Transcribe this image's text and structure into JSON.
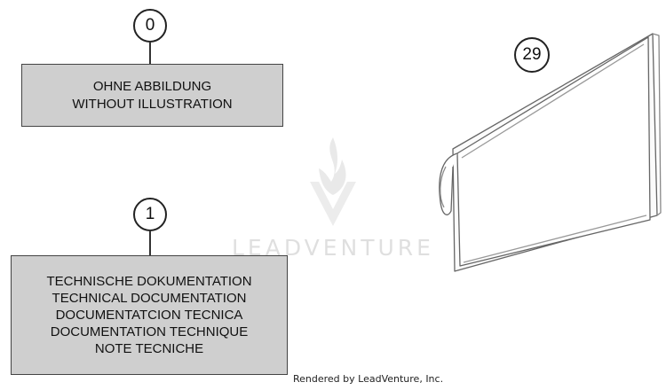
{
  "callouts": {
    "zero": "0",
    "one": "1",
    "twenty_nine": "29"
  },
  "box0": {
    "lines": [
      "OHNE ABBILDUNG",
      "WITHOUT ILLUSTRATION"
    ]
  },
  "box1": {
    "lines": [
      "TECHNISCHE DOKUMENTATION",
      "TECHNICAL DOCUMENTATION",
      "DOCUMENTATCION TECNICA",
      "DOCUMENTATION TECHNIQUE",
      "NOTE TECNICHE"
    ]
  },
  "watermark": {
    "text": "LEADVENTURE"
  },
  "footer": {
    "credit": "Rendered by LeadVenture, Inc."
  },
  "colors": {
    "box_fill": "#cfcfcf",
    "line": "#333333"
  }
}
